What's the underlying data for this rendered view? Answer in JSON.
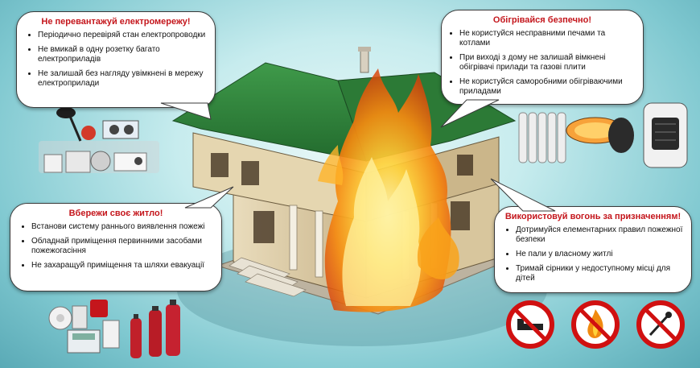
{
  "bubbles": {
    "overload": {
      "title": "Не перевантажуй електромережу!",
      "items": [
        "Періодично перевіряй стан електропроводки",
        "Не вмикай в одну розетку багато електроприладів",
        "Не залишай без нагляду увімкнені в мережу електроприлади"
      ]
    },
    "heating": {
      "title": "Обігрівайся безпечно!",
      "items": [
        "Не користуйся несправними печами та котлами",
        "При виході з дому не залишай вімкнені обігрівачі прилади та газові плити",
        "Не користуйся саморобними обігріваючими приладами"
      ]
    },
    "home": {
      "title": "Вбережи своє житло!",
      "items": [
        "Встанови систему раннього виявлення пожежі",
        "Обладнай приміщення первинними засобами пожежогасіння",
        "Не захаращуй приміщення та шляхи евакуації"
      ]
    },
    "fire": {
      "title": "Використовуй вогонь за призначенням!",
      "items": [
        "Дотримуйся елементарних правил пожежної безпеки",
        "Не пали у власному житлі",
        "Тримай сірники у недоступному місці для дітей"
      ]
    }
  },
  "icons": {
    "appliances": "electrical-appliances-icon",
    "heaters": "heaters-icon",
    "fire_equipment": "fire-safety-equipment-icon",
    "house": "burning-house-icon",
    "prohibition_signs": [
      "no-smoking-in-bed-icon",
      "no-open-fire-icon",
      "no-matches-icon"
    ]
  },
  "colors": {
    "title_red": "#c4161c",
    "roof_green": "#2f7a3a",
    "flame_orange": "#f08a10",
    "sign_red": "#d01010"
  }
}
